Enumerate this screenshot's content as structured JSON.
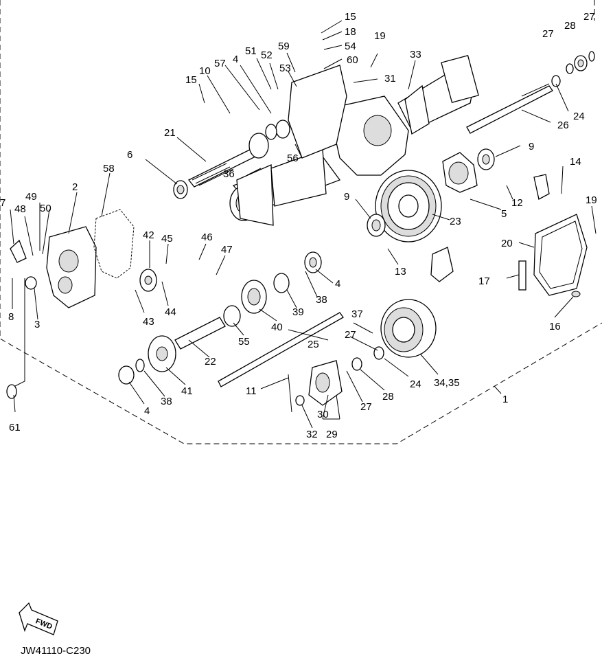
{
  "diagram_code": "JW41110-C230",
  "fwd_label": "FWD",
  "callouts": [
    "15",
    "18",
    "19",
    "27",
    "28",
    "27",
    "54",
    "60",
    "33",
    "31",
    "59",
    "51",
    "52",
    "53",
    "57",
    "4",
    "10",
    "15",
    "21",
    "6",
    "9",
    "24",
    "26",
    "36",
    "56",
    "58",
    "2",
    "14",
    "7",
    "48",
    "49",
    "50",
    "42",
    "45",
    "46",
    "47",
    "9",
    "12",
    "19",
    "23",
    "5",
    "20",
    "17",
    "16",
    "13",
    "43",
    "44",
    "4",
    "38",
    "39",
    "40",
    "55",
    "22",
    "37",
    "25",
    "27",
    "24",
    "34,35",
    "1",
    "8",
    "3",
    "41",
    "38",
    "4",
    "11",
    "30",
    "28",
    "27",
    "32",
    "29",
    "61"
  ]
}
